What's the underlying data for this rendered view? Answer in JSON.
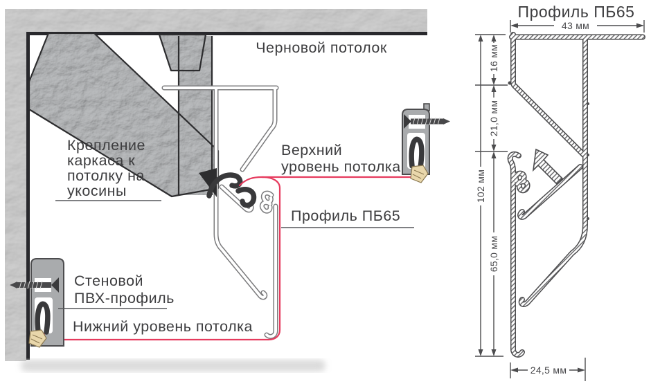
{
  "left_diagram": {
    "rough_ceiling_label": "Черновой потолок",
    "brace_note_lines": [
      "Крепление",
      "каркаса к",
      "потолку на",
      "укосины"
    ],
    "upper_level_lines": [
      "Верхний",
      "уровень потолка"
    ],
    "profile_leader_label": "Профиль ПБ65",
    "wall_profile_lines": [
      "Стеновой",
      "ПВХ-профиль"
    ],
    "lower_level_label": "Нижний уровень потолка"
  },
  "right_drawing": {
    "title": "Профиль ПБ65",
    "dimensions": {
      "top_width": "43 мм",
      "top_section": "16 мм",
      "middle_section": "21,0 мм",
      "total_height": "102 мм",
      "bottom_section": "65,0 мм",
      "bottom_width": "24,5 мм"
    }
  },
  "colors": {
    "text": "#3e3e40",
    "line": "#4c4c4e",
    "membrane_red": "#e63b5e",
    "concrete_gray": "#c6c6c6",
    "steel_gray": "#b4b6b8",
    "wedge_beige": "#e9d7ab"
  }
}
